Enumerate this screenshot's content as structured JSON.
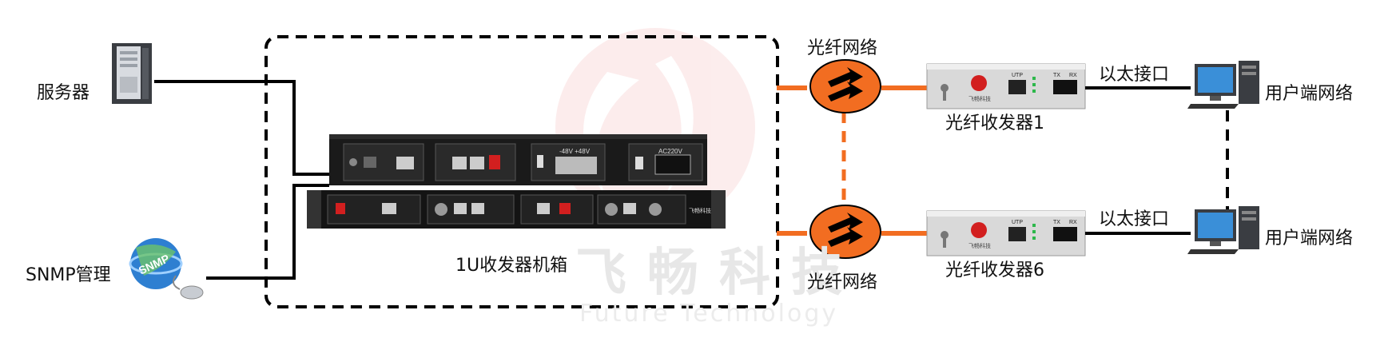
{
  "watermark": {
    "name_cn": "飞畅科技",
    "name_en": "Future Technology",
    "device_logo_text": "飞畅科技"
  },
  "labels": {
    "server": "服务器",
    "snmp": "SNMP管理",
    "chassis": "1U收发器机箱",
    "fiber_top": "光纤网络",
    "fiber_bottom": "光纤网络",
    "converter_1": "光纤收发器1",
    "converter_6": "光纤收发器6",
    "ethernet_top": "以太接口",
    "ethernet_bottom": "以太接口",
    "user_top": "用户端网络",
    "user_bottom": "用户端网络"
  },
  "devices": {
    "globe_text": "SNMP",
    "chassis_power_label": "AC220V",
    "chassis_dc_label": "-48V +48V",
    "converter_ports": [
      "UTP",
      "TX",
      "RX"
    ]
  },
  "colors": {
    "fiber": "#f26d21",
    "fiber_cloud": "#f26d21",
    "line": "#000000",
    "rack": "#1a1a1a",
    "converter_body": "#d9d9d9"
  }
}
